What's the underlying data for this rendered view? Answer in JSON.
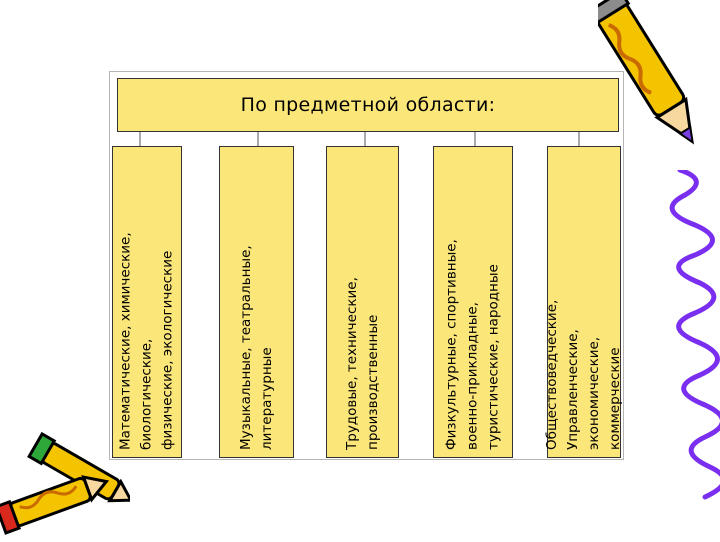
{
  "header": {
    "title": "По предметной области:"
  },
  "columns": [
    {
      "text": "Математические, химические,\nбиологические,\nфизические, экологические"
    },
    {
      "text": "Музыкальные, театральные,\nлитературные"
    },
    {
      "text": "Трудовые, технические,\nпроизводственные"
    },
    {
      "text": "Физкультурные, спортивные,\nвоенно-прикладные,\nтуристические, народные"
    },
    {
      "text": "Обществоведческие,\nУправленческие,\nэкономические,\nкоммерческие"
    }
  ],
  "colors": {
    "box_fill": "#fbe67a",
    "border": "#333333",
    "pencil_yellow": "#f5c400",
    "squiggle": "#7a2ff0"
  },
  "icons": [
    "pencil-icon-top-right",
    "pencil-icon-bottom-left",
    "squiggle-decoration"
  ]
}
